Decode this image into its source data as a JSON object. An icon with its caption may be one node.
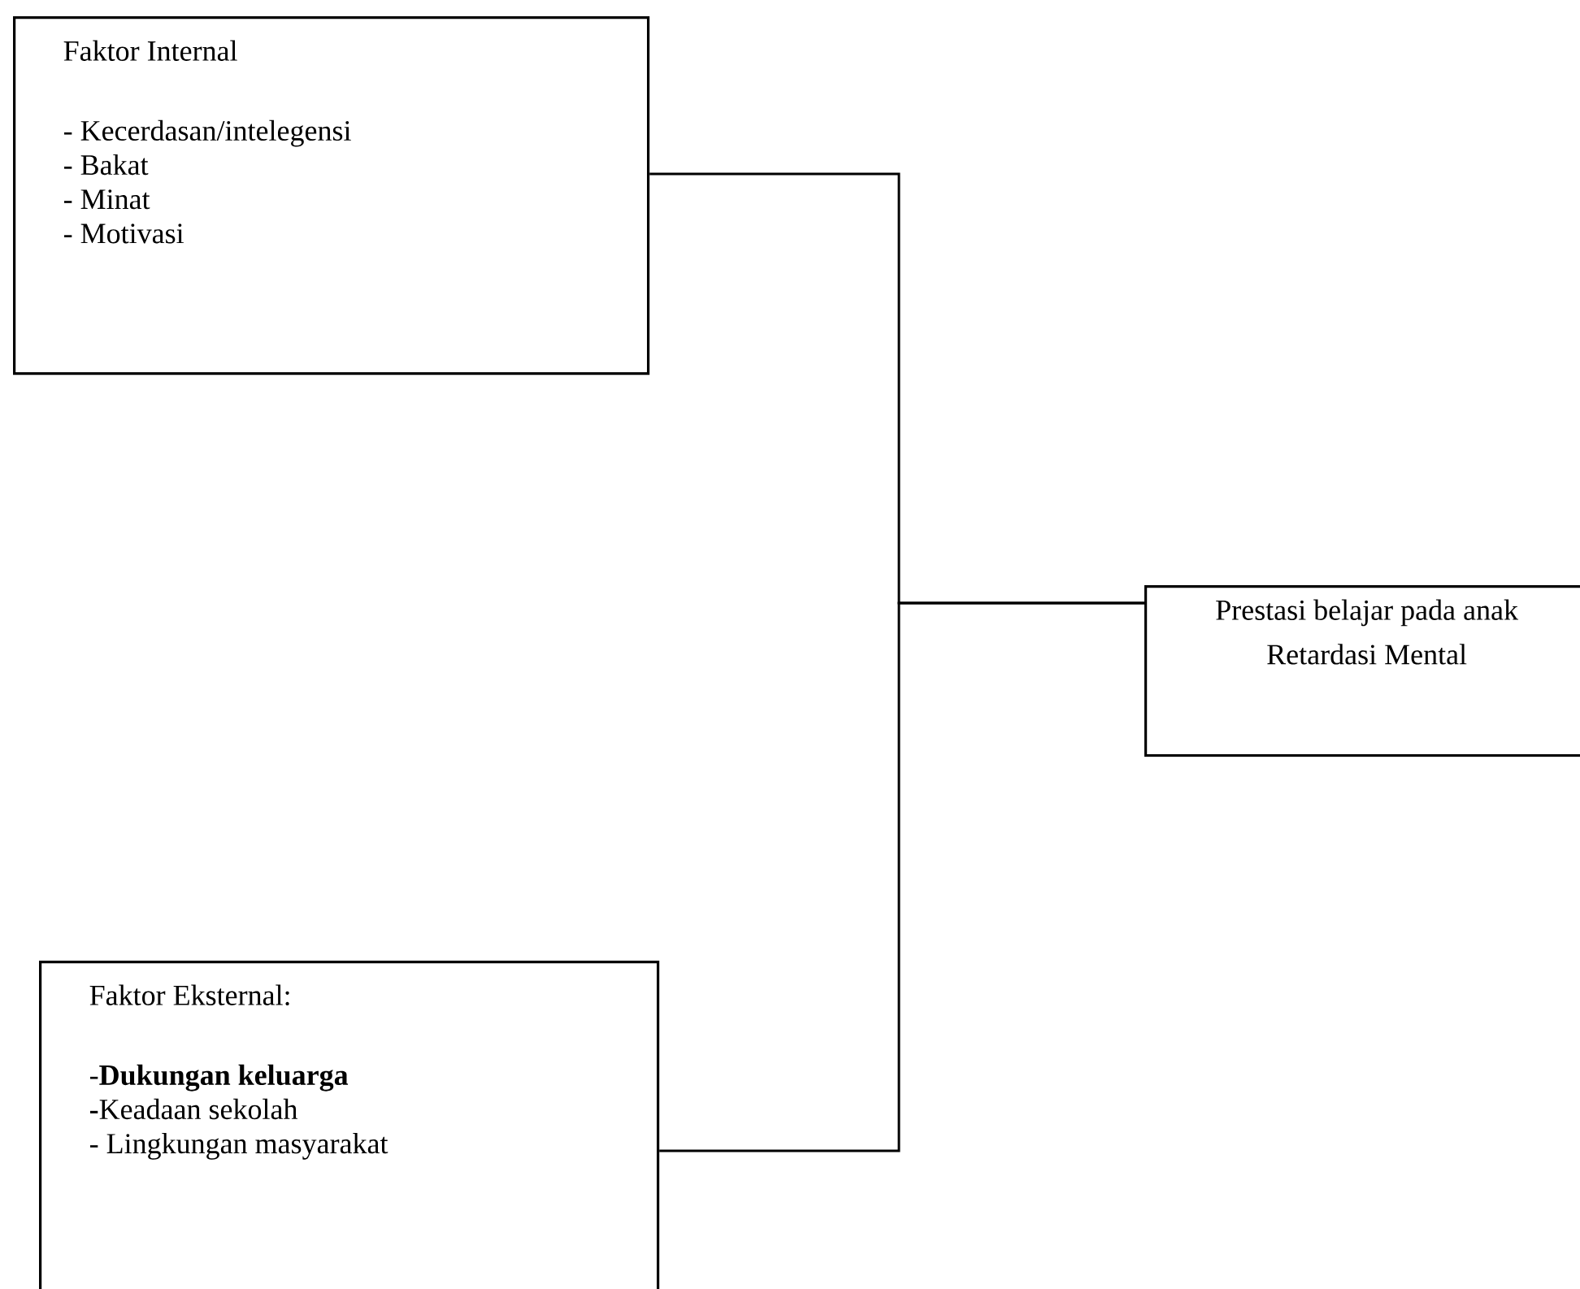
{
  "diagram": {
    "nodes": [
      {
        "text": [
          "Faktor Internal",
          "- Kecerdasan/intelegensi",
          "- Bakat",
          "- Minat",
          "- Motivasi"
        ]
      },
      {
        "text": [
          "Faktor Eksternal:",
          "-**Dukungan keluarga**",
          "**-**Keadaan sekolah",
          "- Lingkungan masyarakat"
        ]
      },
      {
        "text": [
          "Prestasi belajar pada anak Retardasi Mental"
        ]
      }
    ],
    "edges": [
      {
        "from": 0,
        "to": 2,
        "arrow": "none"
      },
      {
        "from": 1,
        "to": 2,
        "arrow": "none"
      }
    ]
  }
}
